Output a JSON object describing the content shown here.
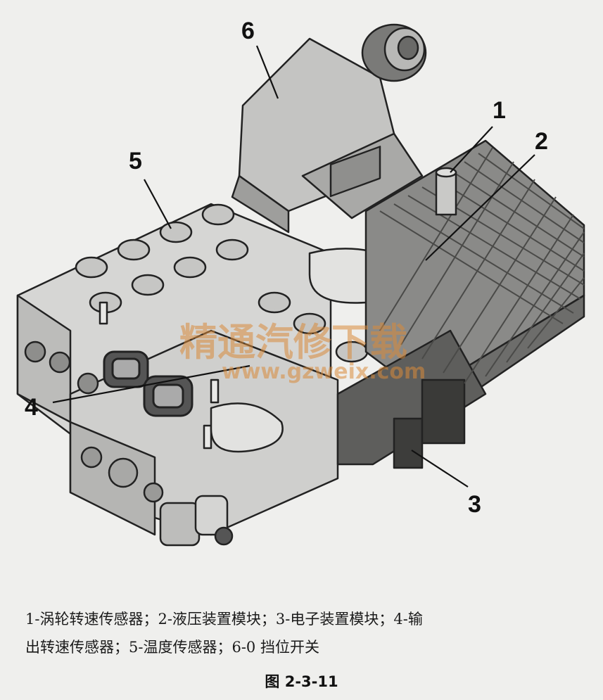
{
  "callouts": {
    "c1": "1",
    "c2": "2",
    "c3": "3",
    "c4": "4",
    "c5": "5",
    "c6": "6"
  },
  "watermark": {
    "text_cn": "精通汽修下载",
    "url": "www.gzweix.com"
  },
  "caption": {
    "line1": "1-涡轮转速传感器；2-液压装置模块；3-电子装置模块；4-输",
    "line2": "出转速传感器；5-温度传感器；6-0 挡位开关"
  },
  "figure_label": "图 2-3-11",
  "colors": {
    "background": "#efefed",
    "line": "#222222",
    "body_light": "#dcdcda",
    "body_mid": "#bdbdbb",
    "body_dark": "#6d6d6b",
    "watermark": "#d98a3a"
  }
}
